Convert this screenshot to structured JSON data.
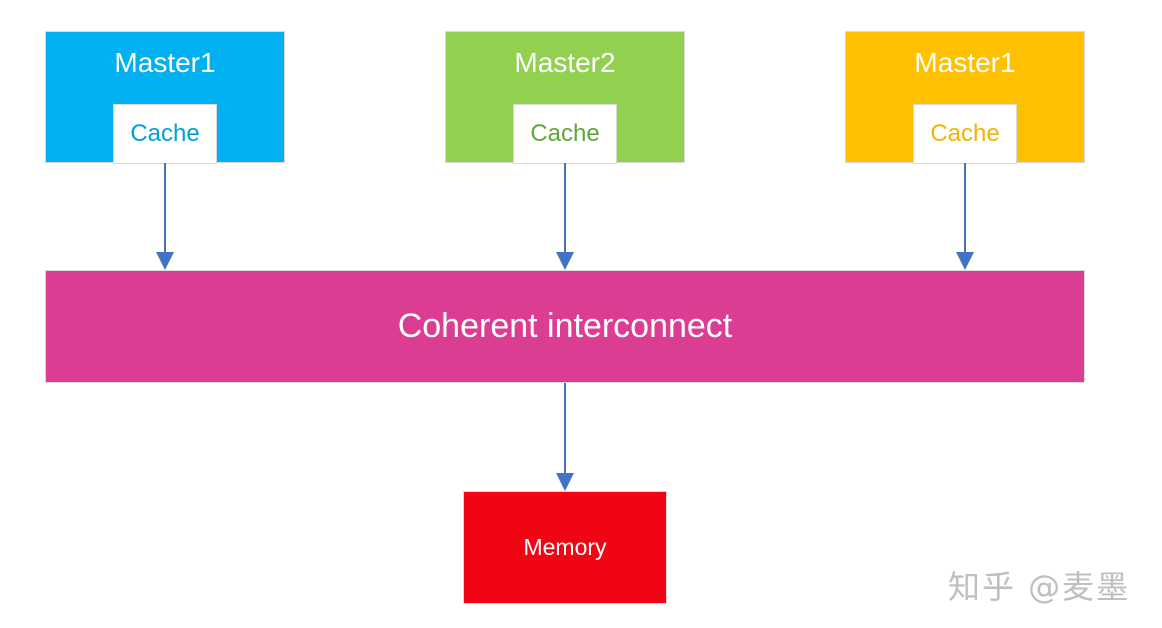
{
  "masters": [
    {
      "title": "Master1",
      "cache_label": "Cache",
      "color": "#00b0f0"
    },
    {
      "title": "Master2",
      "cache_label": "Cache",
      "color": "#92d050"
    },
    {
      "title": "Master1",
      "cache_label": "Cache",
      "color": "#ffc000"
    }
  ],
  "interconnect": {
    "label": "Coherent interconnect",
    "color": "#db3d93"
  },
  "memory": {
    "label": "Memory",
    "color": "#f00514"
  },
  "arrow_color": "#4472c4",
  "watermark": "知乎 @麦墨"
}
